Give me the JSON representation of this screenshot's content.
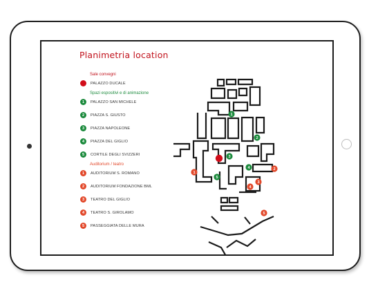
{
  "title": "Planimetria location",
  "colors": {
    "red": "#c1121c",
    "green": "#1b8a3c",
    "orange": "#e2482a",
    "frame": "#1c1c1c"
  },
  "legend": {
    "section1": {
      "heading": "Sale convegni",
      "items": [
        {
          "label": "PALAZZO DUCALE"
        }
      ]
    },
    "section2": {
      "heading": "Spazi espositivi e di animazione",
      "items": [
        {
          "num": "1",
          "label": "PALAZZO SAN MICHELE"
        },
        {
          "num": "2",
          "label": "PIAZZA S. GIUSTO"
        },
        {
          "num": "3",
          "label": "PIAZZA NAPOLEONE"
        },
        {
          "num": "4",
          "label": "PIAZZA DEL GIGLIO"
        },
        {
          "num": "5",
          "label": "CORTILE DEGLI SVIZZERI"
        }
      ]
    },
    "section3": {
      "heading": "Auditorium / teatro",
      "items": [
        {
          "num": "1",
          "label": "AUDITORIUM S. ROMANO"
        },
        {
          "num": "2",
          "label": "AUDITORIUM FONDAZIONE BML"
        },
        {
          "num": "3",
          "label": "TEATRO DEL GIGLIO"
        },
        {
          "num": "4",
          "label": "TEATRO S. GIROLAMO"
        },
        {
          "num": "5",
          "label": "PASSEGGIATA DELLE MURA"
        }
      ]
    }
  },
  "map": {
    "green_markers": [
      "1",
      "2",
      "3",
      "4",
      "5"
    ],
    "orange_markers": [
      "1",
      "2",
      "3",
      "4",
      "5"
    ]
  }
}
